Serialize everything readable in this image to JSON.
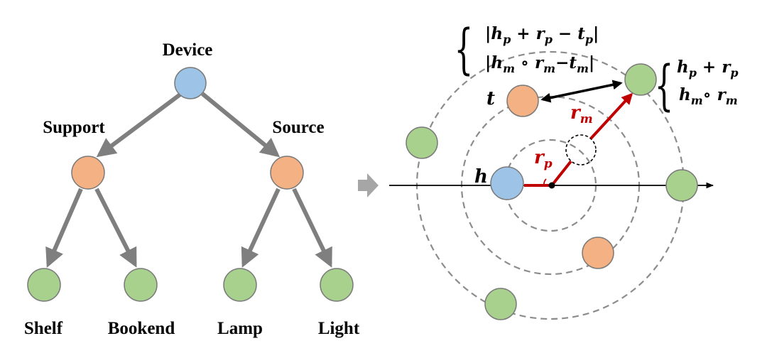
{
  "colors": {
    "node_root": "#9dc3e6",
    "node_middle": "#f4b183",
    "node_leaf": "#a9d18e",
    "tree_edge": "#7f7f7f",
    "relation_arrow": "#c00000",
    "distance_arrow": "#000000",
    "dashed_circle": "#8c8c8c",
    "transition_arrow": "#a6a6a6"
  },
  "tree": {
    "root": {
      "label": "Device"
    },
    "middle": [
      {
        "label": "Support"
      },
      {
        "label": "Source"
      }
    ],
    "leaves": [
      {
        "label": "Shelf"
      },
      {
        "label": "Bookend"
      },
      {
        "label": "Lamp"
      },
      {
        "label": "Light"
      }
    ]
  },
  "embedding": {
    "head_label": "h",
    "tail_label": "t",
    "rp": {
      "base": "r",
      "sub": "p"
    },
    "rm": {
      "base": "r",
      "sub": "m"
    },
    "distance_formula": {
      "line1": [
        {
          "t": "|"
        },
        {
          "t": "h"
        },
        {
          "t": "p",
          "sub": true
        },
        {
          "t": " + "
        },
        {
          "t": "r"
        },
        {
          "t": "p",
          "sub": true
        },
        {
          "t": " − "
        },
        {
          "t": "t"
        },
        {
          "t": "p",
          "sub": true
        },
        {
          "t": "|"
        }
      ],
      "line2": [
        {
          "t": "|"
        },
        {
          "t": "h"
        },
        {
          "t": "m",
          "sub": true
        },
        {
          "t": " ∘ "
        },
        {
          "t": "r"
        },
        {
          "t": "m",
          "sub": true
        },
        {
          "t": "−"
        },
        {
          "t": "t"
        },
        {
          "t": "m",
          "sub": true
        },
        {
          "t": "|"
        }
      ]
    },
    "projection_formula": {
      "line1": [
        {
          "t": "h"
        },
        {
          "t": "p",
          "sub": true
        },
        {
          "t": " + "
        },
        {
          "t": "r"
        },
        {
          "t": "p",
          "sub": true
        }
      ],
      "line2": [
        {
          "t": "h"
        },
        {
          "t": "m",
          "sub": true
        },
        {
          "t": "∘ "
        },
        {
          "t": "r"
        },
        {
          "t": "m",
          "sub": true
        }
      ]
    }
  }
}
